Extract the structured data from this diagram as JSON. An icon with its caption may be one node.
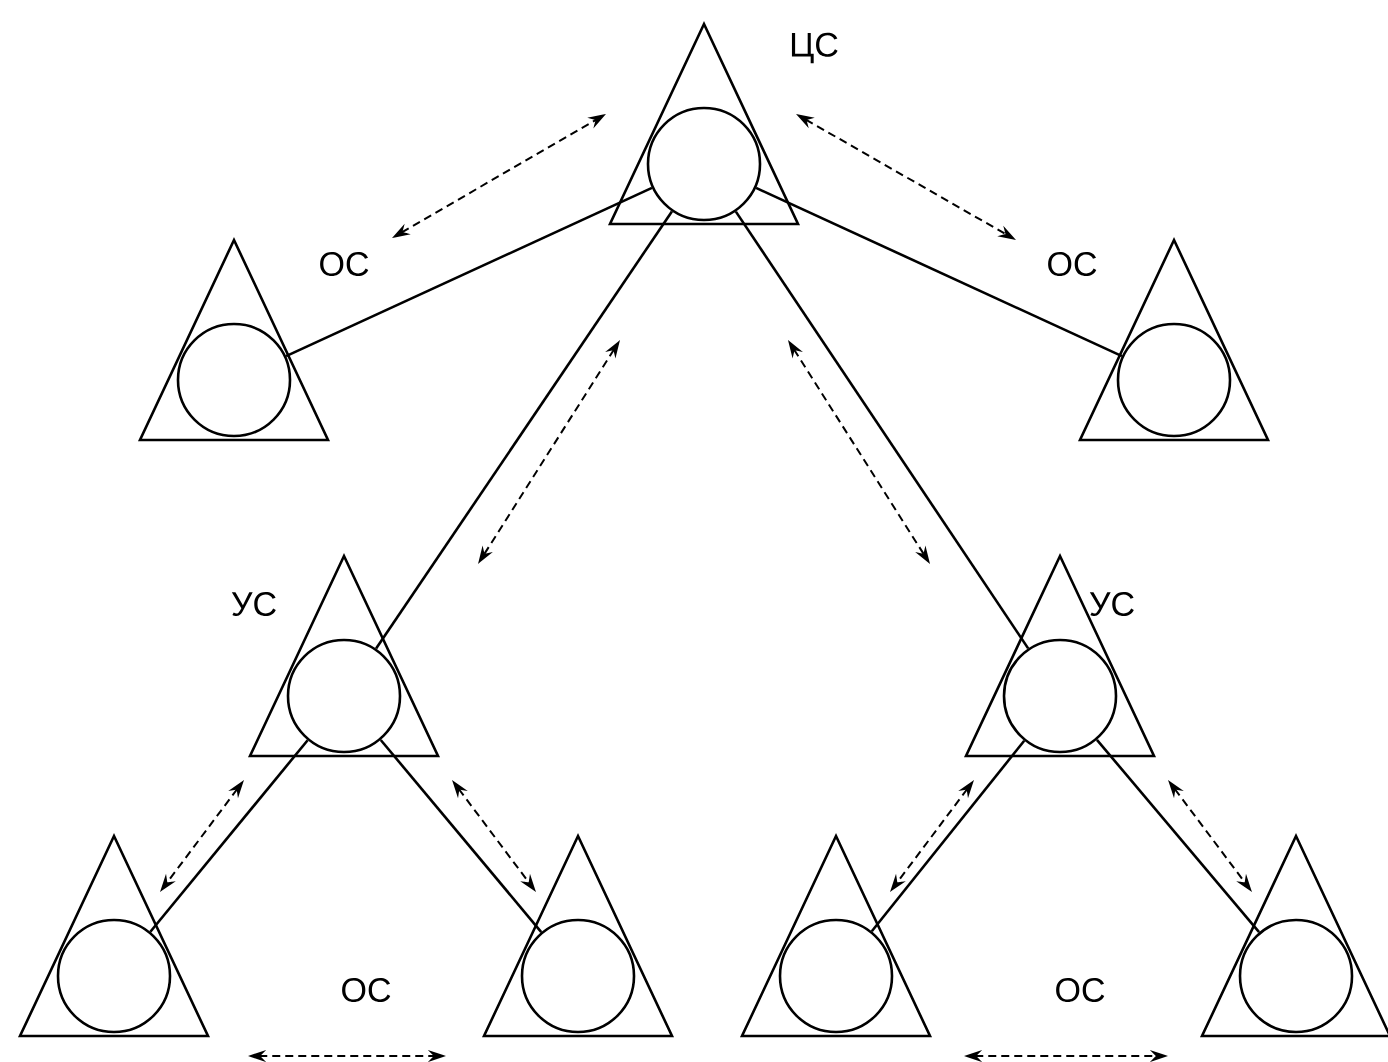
{
  "diagram": {
    "nodes": [
      {
        "text": [],
        "shape": "triangle",
        "beside": [
          "ЦС"
        ]
      },
      {
        "text": [],
        "shape": "triangle",
        "beside": [
          "ОС"
        ]
      },
      {
        "text": [],
        "shape": "triangle",
        "beside": [
          "ОС"
        ]
      },
      {
        "text": [],
        "shape": "triangle",
        "beside": [
          "УС"
        ]
      },
      {
        "text": [],
        "shape": "triangle",
        "beside": [
          "УС"
        ]
      },
      {
        "text": [],
        "shape": "triangle"
      },
      {
        "text": [],
        "shape": "triangle"
      },
      {
        "text": [],
        "shape": "triangle"
      },
      {
        "text": [],
        "shape": "triangle"
      }
    ],
    "edges": [
      {
        "from": 0,
        "to": 1,
        "arrow": "none"
      },
      {
        "from": 0,
        "to": 2,
        "arrow": "none"
      },
      {
        "from": 0,
        "to": 3,
        "arrow": "none"
      },
      {
        "from": 0,
        "to": 4,
        "arrow": "none"
      },
      {
        "from": 3,
        "to": 5,
        "arrow": "none"
      },
      {
        "from": 3,
        "to": 6,
        "arrow": "none"
      },
      {
        "from": 4,
        "to": 7,
        "arrow": "none"
      },
      {
        "from": 4,
        "to": 8,
        "arrow": "none"
      }
    ],
    "labels": [
      "ОС",
      "ОС"
    ]
  }
}
